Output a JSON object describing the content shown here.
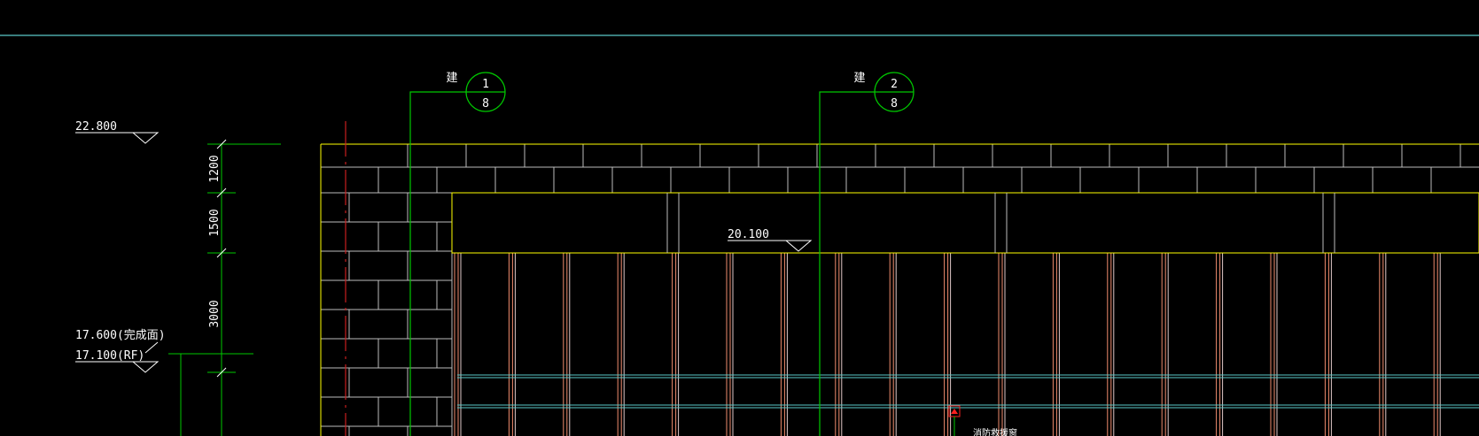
{
  "drawing": {
    "levels": {
      "top": "22.800",
      "mid": "20.100",
      "finish": "17.600(完成面)",
      "roof": "17.100(RF)"
    },
    "dimensions": [
      "1200",
      "1500",
      "3000"
    ],
    "callouts": [
      {
        "prefix": "建",
        "top": "1",
        "bottom": "8"
      },
      {
        "prefix": "建",
        "top": "2",
        "bottom": "8"
      }
    ],
    "note": "消防救援窗"
  },
  "colors": {
    "background": "#000000",
    "outline": "#ffff00",
    "brick": "#bdbdbd",
    "leader": "#00c800",
    "mullion": "#f08c6e",
    "glass": "#5ac8c8",
    "axis": "#c81e1e",
    "text": "#ffffff"
  }
}
